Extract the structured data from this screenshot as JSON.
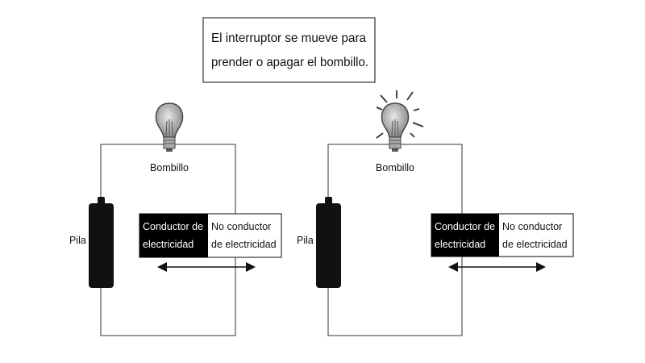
{
  "caption": {
    "line1": "El interruptor se mueve para",
    "line2": "prender o apagar el bombillo."
  },
  "circuits": [
    {
      "state": "off",
      "bulb_label": "Bombillo",
      "battery_label": "Pila",
      "switch": {
        "conductor_line1": "Conductor de",
        "conductor_line2": "electricidad",
        "nonconductor_line1": "No conductor",
        "nonconductor_line2": "de electricidad"
      }
    },
    {
      "state": "on",
      "bulb_label": "Bombillo",
      "battery_label": "Pila",
      "switch": {
        "conductor_line1": "Conductor de",
        "conductor_line2": "electricidad",
        "nonconductor_line1": "No conductor",
        "nonconductor_line2": "de electricidad"
      }
    }
  ]
}
